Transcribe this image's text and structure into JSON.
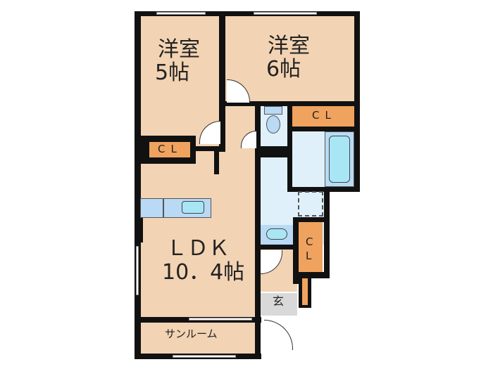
{
  "floor_plan": {
    "rooms": [
      {
        "id": "western-room-1",
        "name": "洋室",
        "size": "5帖"
      },
      {
        "id": "western-room-2",
        "name": "洋室",
        "size": "6帖"
      },
      {
        "id": "ldk",
        "name": "ＬＤＫ",
        "size": "10．4帖"
      },
      {
        "id": "sunroom",
        "name": "サンルーム"
      },
      {
        "id": "entrance",
        "name": "玄"
      }
    ],
    "closets": [
      {
        "id": "closet-room1",
        "label": "CL"
      },
      {
        "id": "closet-room2",
        "label": "CL"
      },
      {
        "id": "closet-hall",
        "label": "C\nL"
      }
    ],
    "fixtures": [
      "toilet",
      "bathtub",
      "washbasin",
      "kitchen-sink",
      "washing-machine-space"
    ],
    "colors": {
      "room": "#f2d3b3",
      "wet_area": "#dff0fb",
      "closet": "#f0a35f",
      "entrance": "#d9d9d9",
      "wall": "#111111",
      "fixture": "#a8e6f5"
    }
  }
}
